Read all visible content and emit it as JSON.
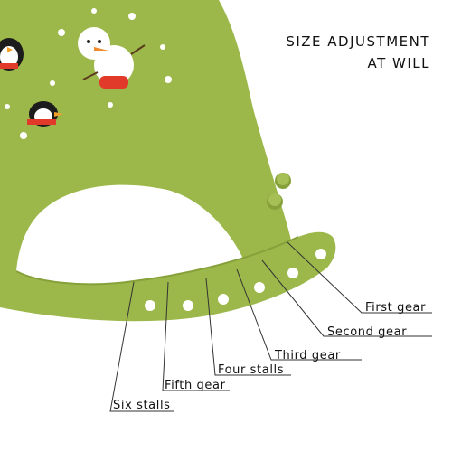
{
  "headline": {
    "line1": "SIZE ADJUSTMENT",
    "line2": "AT WILL"
  },
  "gears": [
    {
      "label": "First gear"
    },
    {
      "label": "Second gear"
    },
    {
      "label": "Third gear"
    },
    {
      "label": "Four stalls"
    },
    {
      "label": "Fifth gear"
    },
    {
      "label": "Six stalls"
    }
  ],
  "colors": {
    "silicone": "#9cb84a",
    "silicone_dark": "#86a13a",
    "hole": "#ffffff",
    "leader_line": "#333333",
    "text": "#111111"
  },
  "product": {
    "item": "silicone baby bib",
    "print_motifs": [
      "snowman-icon",
      "penguin-icon",
      "snowflake-icon"
    ]
  }
}
